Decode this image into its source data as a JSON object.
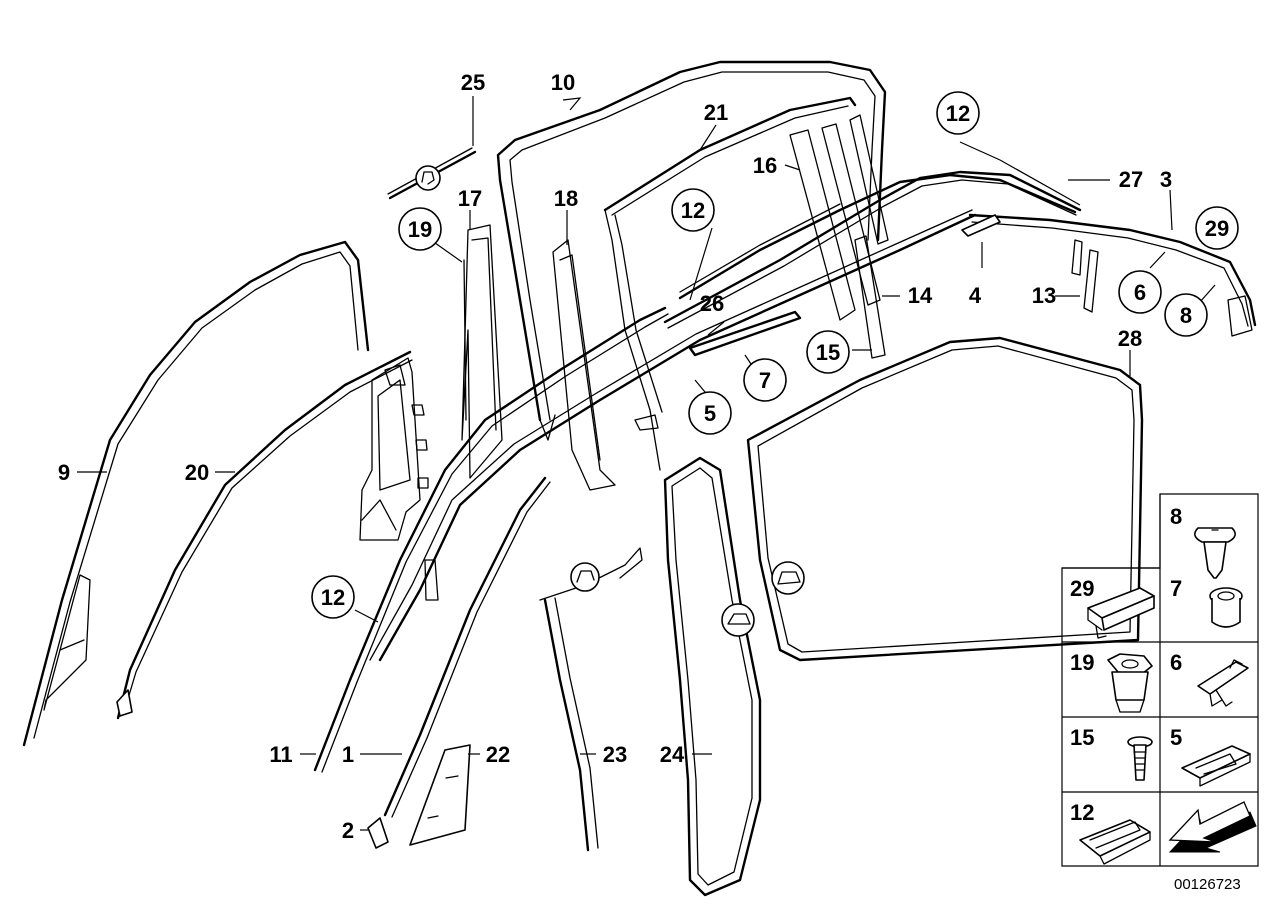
{
  "diagram": {
    "document_number": "00126723",
    "callouts": {
      "c1": "1",
      "c2": "2",
      "c3": "3",
      "c4": "4",
      "c5": "5",
      "c6": "6",
      "c7": "7",
      "c8": "8",
      "c9": "9",
      "c10": "10",
      "c11": "11",
      "c12a": "12",
      "c12b": "12",
      "c12c": "12",
      "c13": "13",
      "c14": "14",
      "c15": "15",
      "c16": "16",
      "c17": "17",
      "c18": "18",
      "c19": "19",
      "c20": "20",
      "c21": "21",
      "c22": "22",
      "c23": "23",
      "c24": "24",
      "c25": "25",
      "c26": "26",
      "c27": "27",
      "c28": "28",
      "c29": "29"
    },
    "legend": {
      "p8": "8",
      "p29": "29",
      "p7": "7",
      "p19": "19",
      "p6": "6",
      "p15": "15",
      "p5": "5",
      "p12": "12"
    }
  }
}
